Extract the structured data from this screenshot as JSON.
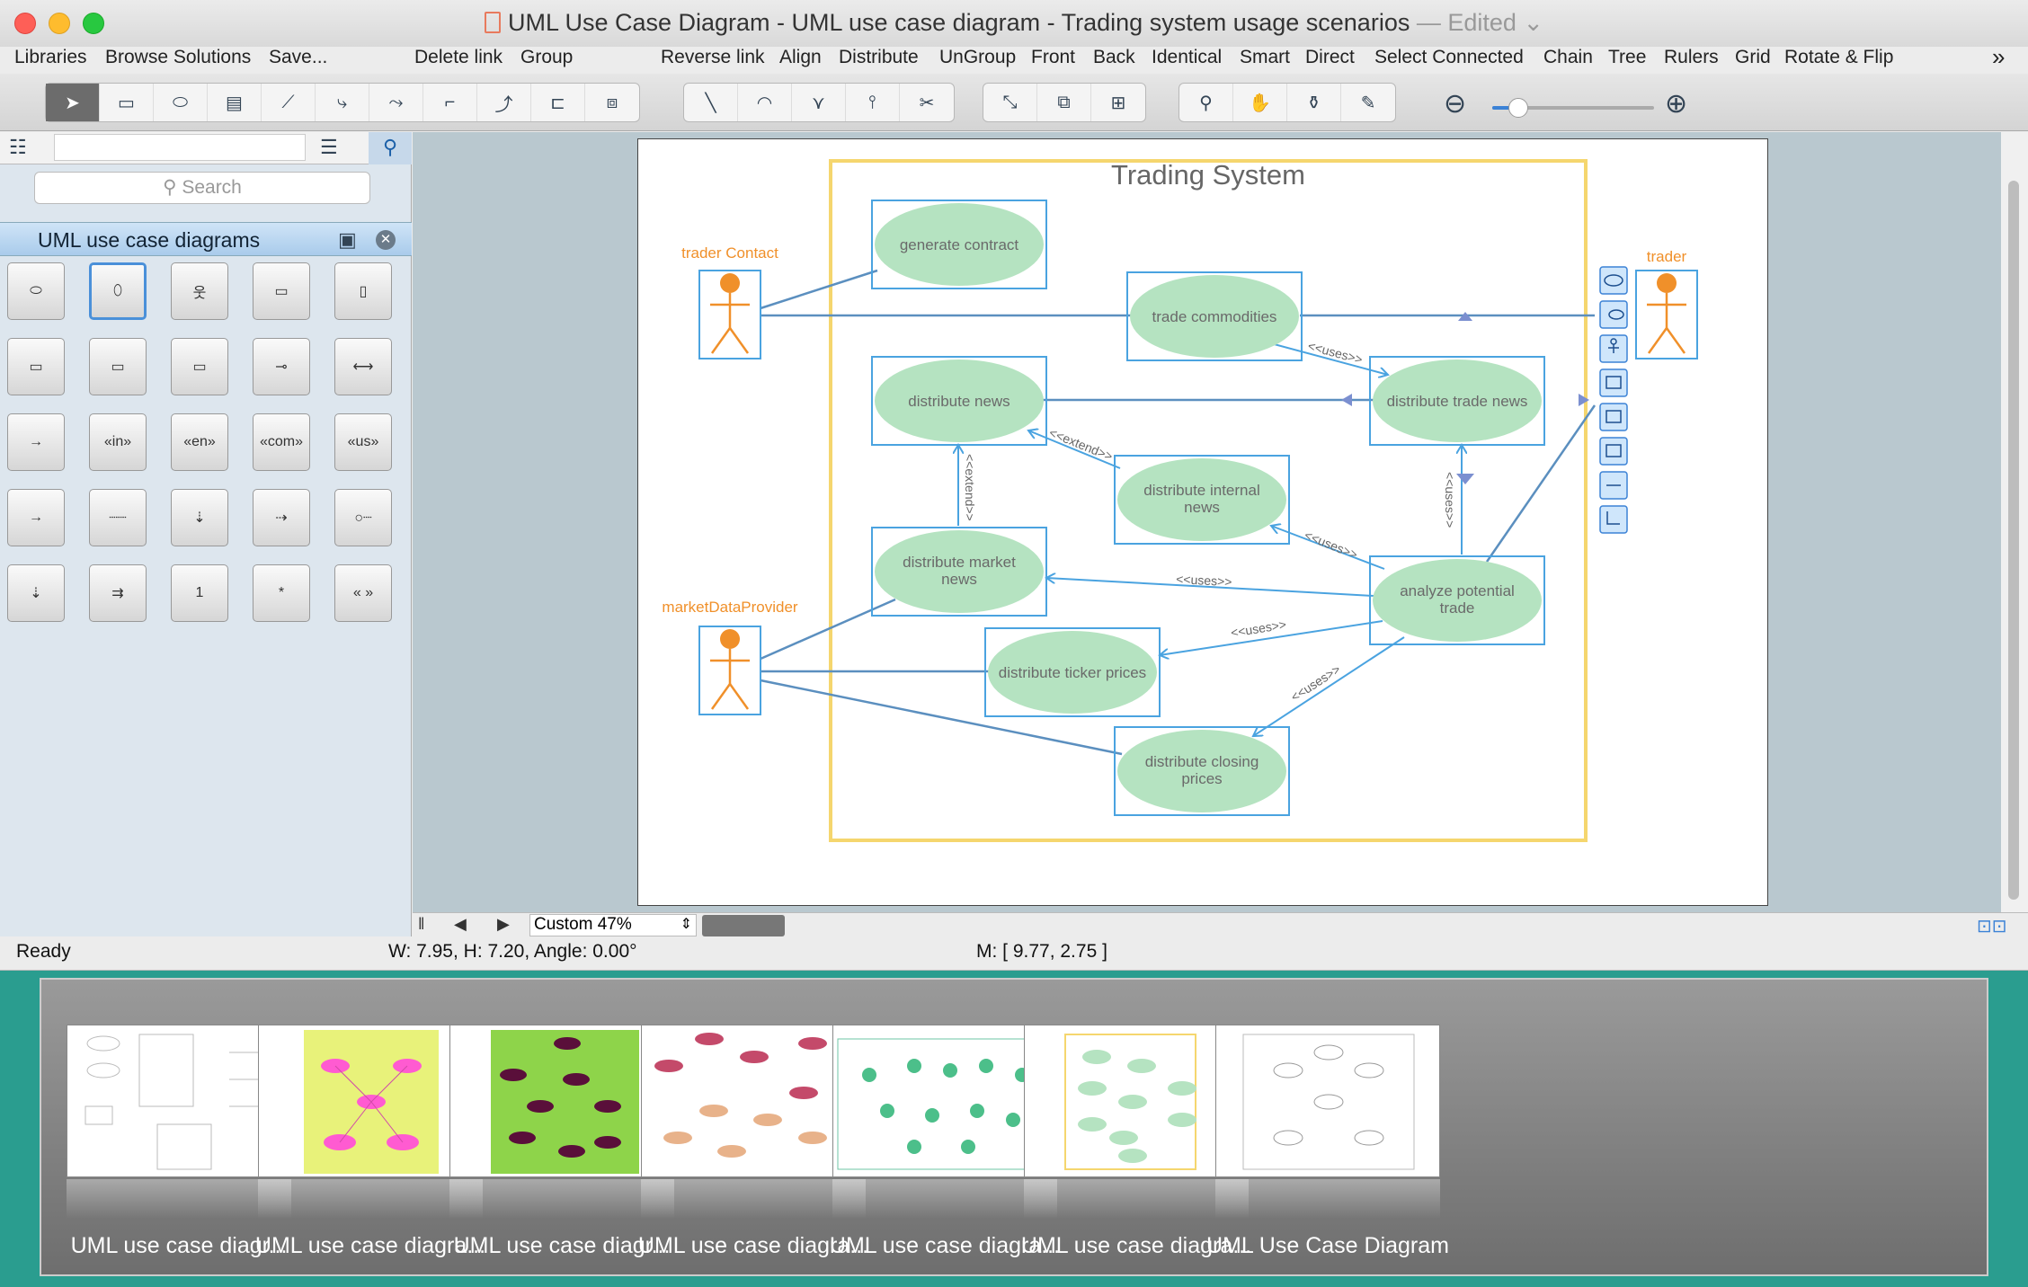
{
  "window": {
    "title": "UML Use Case Diagram - UML use case diagram - Trading system usage scenarios",
    "edited": "— Edited ⌄"
  },
  "menu": [
    "Libraries",
    "Browse Solutions",
    "Save...",
    "Delete link",
    "Group",
    "Reverse link",
    "Align",
    "Distribute",
    "UnGroup",
    "Front",
    "Back",
    "Identical",
    "Smart",
    "Direct",
    "Select Connected",
    "Chain",
    "Tree",
    "Rulers",
    "Grid",
    "Rotate & Flip"
  ],
  "menu_more": "»",
  "sidebar": {
    "search_placeholder": "Search",
    "library_title": "UML use case diagrams",
    "shapes": [
      "",
      "",
      "",
      "",
      "",
      "",
      "",
      "",
      "",
      "",
      "",
      "«in»",
      "«en»",
      "«com»",
      "«us»",
      "",
      "",
      "",
      "",
      "",
      "",
      "",
      "1",
      "*",
      "« »"
    ]
  },
  "diagram": {
    "title": "Trading System",
    "actors": {
      "trader_contact": "trader Contact",
      "trader": "trader",
      "market_provider": "marketDataProvider"
    },
    "usecases": {
      "generate_contract": "generate contract",
      "trade_commodities": "trade commodities",
      "distribute_news": "distribute news",
      "distribute_trade_news": "distribute trade news",
      "distribute_internal_1": "distribute internal",
      "distribute_internal_2": "news",
      "distribute_market_1": "distribute market",
      "distribute_market_2": "news",
      "analyze_1": "analyze potential",
      "analyze_2": "trade",
      "ticker": "distribute ticker prices",
      "closing_1": "distribute closing",
      "closing_2": "prices"
    },
    "relations": {
      "uses": "<<uses>>",
      "extend": "<<extend>>",
      "extend_v": "<<extend>>",
      "uses_v": "<<uses>>"
    }
  },
  "zoom": "Custom 47%",
  "status": {
    "ready": "Ready",
    "dims": "W: 7.95,  H: 7.20,  Angle: 0.00°",
    "mouse": "M: [ 9.77, 2.75 ]"
  },
  "gallery": [
    "UML use case diagr...",
    "UML use case diagra...",
    "UML use case diagr...",
    "UML use case diagra...",
    "UML use case diagra...",
    "UML use case diagra...",
    "UML Use Case Diagram"
  ],
  "colors": {
    "usecase_fill": "#b5e3c1",
    "usecase_border": "#4aa3e0",
    "actor": "#f0902a",
    "system_border": "#f5d66e",
    "link": "#5b8fbf"
  }
}
